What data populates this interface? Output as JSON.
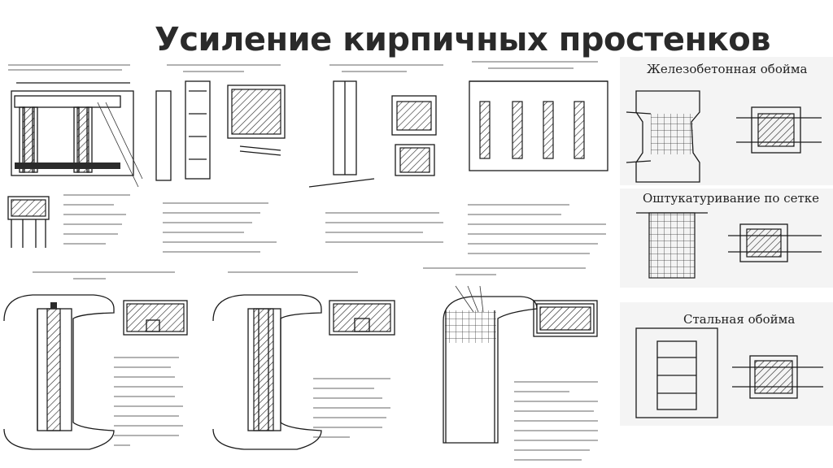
{
  "slide": {
    "title": "Усиление кирпичных простенков"
  },
  "panels": {
    "reinforced_concrete_jacket": "Железобетонная обойма",
    "plaster_on_mesh": "Оштукатуривание по сетке",
    "steel_jacket": "Стальная обойма"
  },
  "icons": {
    "hatch": "diagonal-hatch",
    "mesh": "grid-mesh"
  }
}
